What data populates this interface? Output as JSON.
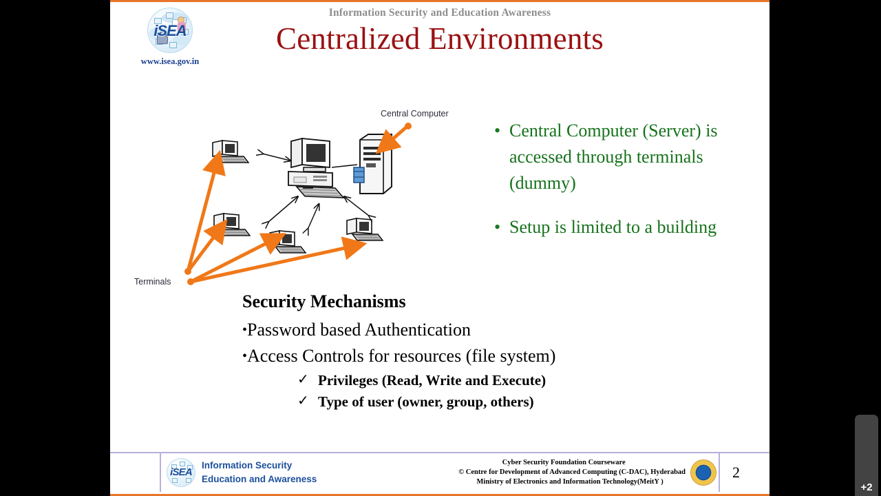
{
  "slide": {
    "header_subtitle": "Information Security and Education Awareness",
    "title": "Centralized Environments",
    "logo": {
      "wordmark": "iSEA",
      "url": "www.isea.gov.in"
    },
    "diagram": {
      "label_central": "Central Computer",
      "label_terminals": "Terminals"
    },
    "bullets": [
      {
        "marker": "•",
        "text": "Central Computer (Server) is accessed through terminals (dummy)"
      },
      {
        "marker": "•",
        "text": "Setup is limited to a building"
      }
    ],
    "security": {
      "heading": "Security Mechanisms",
      "items": [
        {
          "marker": "•",
          "text": "Password based Authentication"
        },
        {
          "marker": "•",
          "text": "Access Controls for resources (file system)"
        }
      ],
      "sub_items": [
        {
          "marker": "✓",
          "text": "Privileges (Read, Write and Execute)"
        },
        {
          "marker": "✓",
          "text": "Type of user (owner, group, others)"
        }
      ]
    },
    "footer": {
      "brand_line1": "Information Security",
      "brand_line2": "Education and Awareness",
      "copyright_line1": "Cyber Security Foundation  Courseware",
      "copyright_line2": "© Centre for Development of Advanced Computing  (C-DAC), Hyderabad",
      "copyright_line3": "Ministry  of Electronics  and Information  Technology(MeitY )",
      "page_number": "2"
    }
  },
  "player": {
    "participants_badge": "+2"
  },
  "colors": {
    "slide_border": "#E8752A",
    "title": "#9a1112",
    "header_subtitle": "#8d8d8d",
    "bullet_text": "#15721b",
    "footer_rule": "#b6b0dd",
    "brand_blue": "#1c4f9c",
    "arrow_orange": "#F07818"
  }
}
